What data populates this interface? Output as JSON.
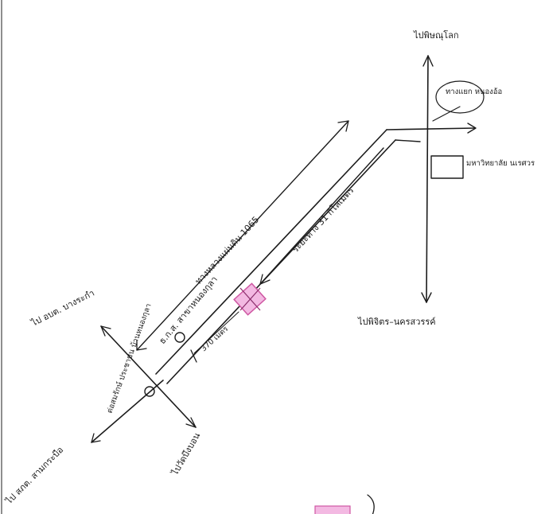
{
  "map": {
    "labels": {
      "to_phitsanulok": "ไปพิษณุโลก",
      "junction_nongor": "ทางแยก หนองอ้อ",
      "naresuan_university": "มหาวิทยาลัย นเรศวร",
      "to_phichit_nakhonsawan": "ไปพิจิตร–นครสวรรค์",
      "highway_1065": "ทางหลวงแผ่นดิน 1065",
      "distance_31km": "ระยะทาง 31 กิโลเมตร",
      "distance_370m": "370 เมตร",
      "baac_branch": "ธ.ก.ส. สาขาหนองกุลา",
      "to_bangrakam": "ไป อบต. บางระกำ",
      "police_station": "ต่อสมรักษ์ ประชาชน บ้านหนองกุลา",
      "to_wat_bueng": "ไปวัดบึงบอน",
      "to_district_office": "ไป สภต. สามกระบือ"
    },
    "colors": {
      "ink": "#1c1c1c",
      "marker_fill": "#f3b9e2",
      "marker_stroke": "#cf58a3"
    },
    "icons": {
      "destination_marker": "crossed-box-marker",
      "landmark": "circle-marker",
      "university": "building-square"
    }
  }
}
